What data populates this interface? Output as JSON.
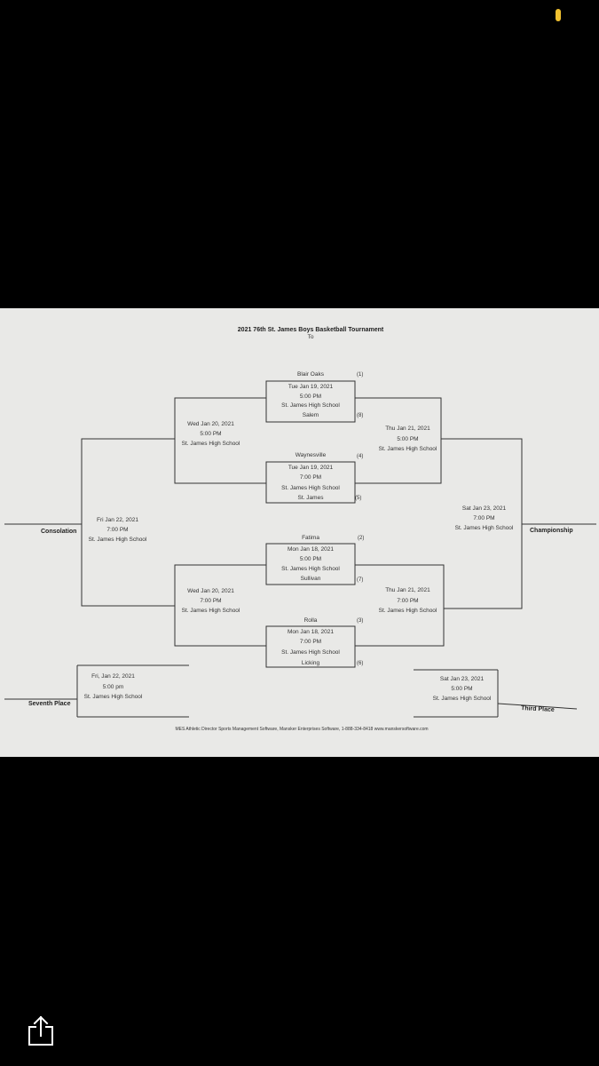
{
  "tournament": {
    "title": "2021 76th St. James Boys Basketball Tournament",
    "subtitle": "To"
  },
  "r1": [
    {
      "team_top": "Blair Oaks",
      "seed_top": "(1)",
      "date": "Tue Jan 19, 2021",
      "time": "5:00 PM",
      "venue": "St. James High School",
      "team_bottom": "Salem",
      "seed_bottom": "(8)"
    },
    {
      "team_top": "Waynesville",
      "seed_top": "(4)",
      "date": "Tue Jan 19, 2021",
      "time": "7:00 PM",
      "venue": "St. James High School",
      "team_bottom": "St. James",
      "seed_bottom": "(5)"
    },
    {
      "team_top": "Fatima",
      "seed_top": "(2)",
      "date": "Mon Jan 18, 2021",
      "time": "5:00 PM",
      "venue": "St. James High School",
      "team_bottom": "Sullivan",
      "seed_bottom": "(7)"
    },
    {
      "team_top": "Rolla",
      "seed_top": "(3)",
      "date": "Mon Jan 18, 2021",
      "time": "7:00 PM",
      "venue": "St. James High School",
      "team_bottom": "Licking",
      "seed_bottom": "(6)"
    }
  ],
  "cons_r2": [
    {
      "date": "Wed Jan 20, 2021",
      "time": "5:00 PM",
      "venue": "St. James High School"
    },
    {
      "date": "Wed Jan 20, 2021",
      "time": "7:00 PM",
      "venue": "St. James High School"
    }
  ],
  "champ_r2": [
    {
      "date": "Thu Jan 21, 2021",
      "time": "5:00 PM",
      "venue": "St. James High School"
    },
    {
      "date": "Thu Jan 21, 2021",
      "time": "7:00 PM",
      "venue": "St. James High School"
    }
  ],
  "consolation": {
    "date": "Fri Jan 22, 2021",
    "time": "7:00 PM",
    "venue": "St. James High School",
    "label": "Consolation"
  },
  "championship": {
    "date": "Sat Jan 23, 2021",
    "time": "7:00 PM",
    "venue": "St. James High School",
    "label": "Championship"
  },
  "seventh": {
    "date": "Fri, Jan 22, 2021",
    "time": "5:00 pm",
    "venue": "St. James High School",
    "label": "Seventh Place"
  },
  "third": {
    "date": "Sat Jan 23, 2021",
    "time": "5:00 PM",
    "venue": "St. James High School",
    "label": "Third Place"
  },
  "footer": "MES Athletic Director Sports Management Software, Mansker Enterprises Software, 1-888-334-8418  www.manskersoftware.com"
}
